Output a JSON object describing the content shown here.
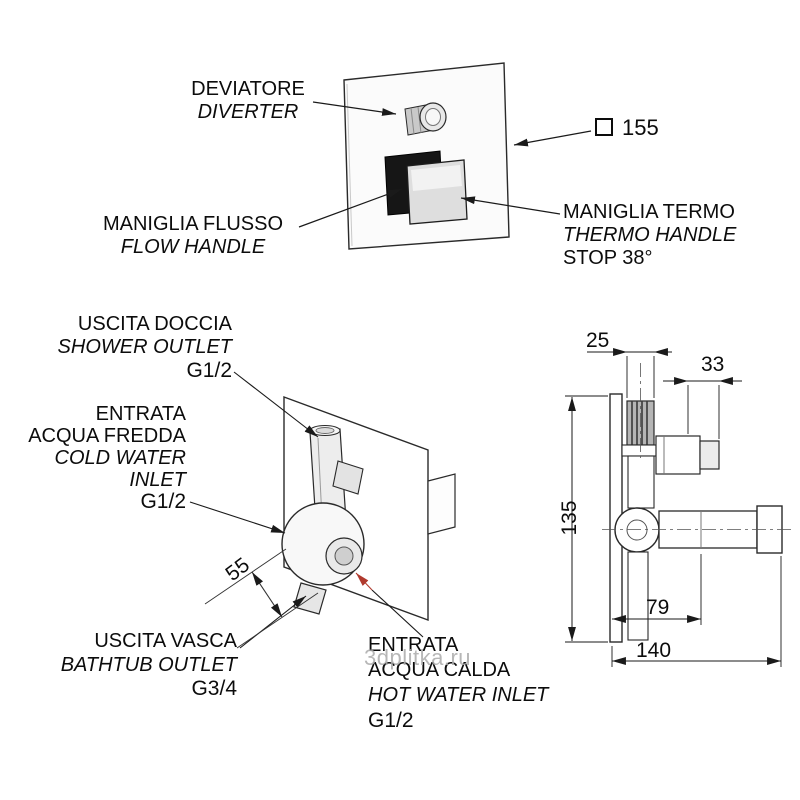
{
  "front_view": {
    "deviatore_it": "DEVIATORE",
    "deviatore_en": "DIVERTER",
    "plate_size": "155",
    "flow_it": "MANIGLIA FLUSSO",
    "flow_en": "FLOW HANDLE",
    "thermo_it": "MANIGLIA TERMO",
    "thermo_en": "THERMO HANDLE",
    "thermo_stop": "STOP 38°"
  },
  "rear_view": {
    "shower_it": "USCITA DOCCIA",
    "shower_en": "SHOWER OUTLET",
    "shower_size": "G1/2",
    "cold_it1": "ENTRATA",
    "cold_it2": "ACQUA FREDDA",
    "cold_en1": "COLD WATER",
    "cold_en2": "INLET",
    "cold_size": "G1/2",
    "dim_55": "55",
    "bathtub_it": "USCITA VASCA",
    "bathtub_en": "BATHTUB OUTLET",
    "bathtub_size": "G3/4",
    "hot_it1": "ENTRATA",
    "hot_it2": "ACQUA CALDA",
    "hot_en": "HOT WATER INLET",
    "hot_size": "G1/2"
  },
  "side_view": {
    "dim_25": "25",
    "dim_33": "33",
    "dim_135": "135",
    "dim_79": "79",
    "dim_140": "140"
  },
  "watermark": "3dplitka.ru",
  "colors": {
    "line": "#2a2a2a",
    "hot_accent": "#b03a2e",
    "watermark": "#ababab"
  }
}
